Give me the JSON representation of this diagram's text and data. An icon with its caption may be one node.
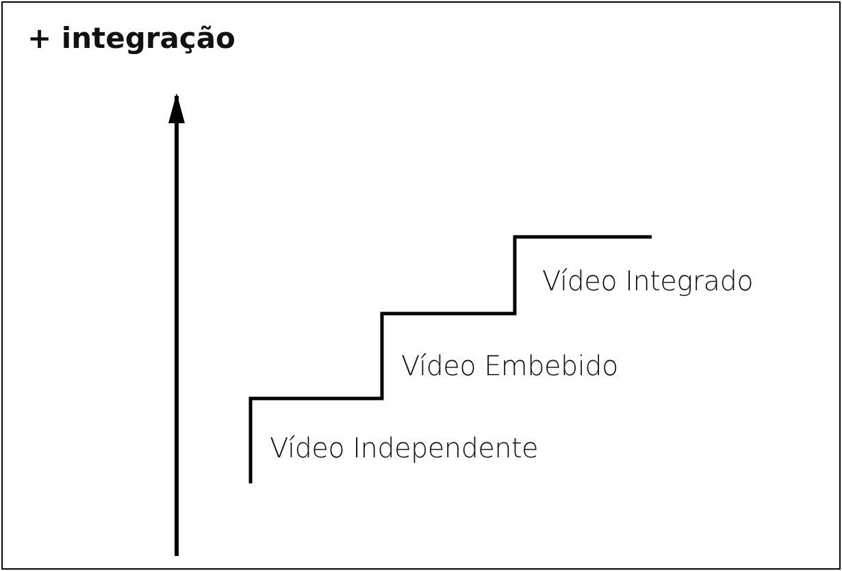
{
  "diagram": {
    "labels": [
      "+ integração",
      "Vídeo Independente",
      "Vídeo Embebido",
      "Vídeo Integrado"
    ]
  }
}
